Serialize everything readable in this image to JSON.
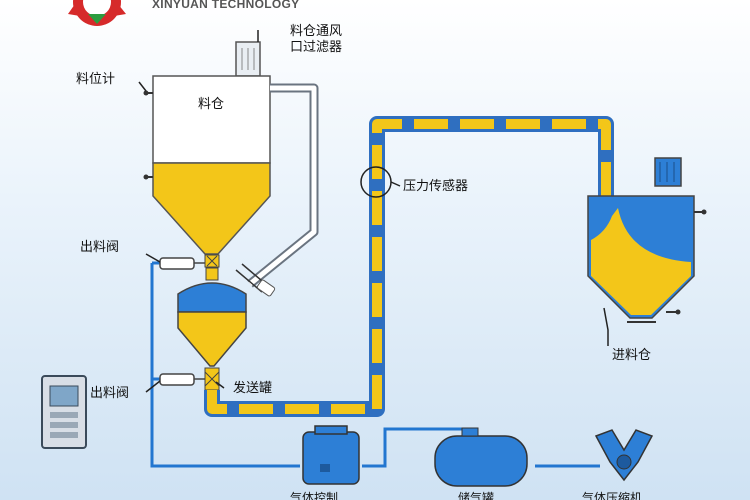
{
  "brand": {
    "company": "XINYUAN TECHNOLOGY"
  },
  "labels": {
    "filter_line1": "料仓通风",
    "filter_line2": "口过滤器",
    "level_gauge": "料位计",
    "silo": "料仓",
    "pressure_sensor": "压力传感器",
    "discharge_valve_top": "出料阀",
    "discharge_valve_bottom": "出料阀",
    "sending_tank": "发送罐",
    "receiving_silo": "进料仓",
    "bottom_left_cut": "气体控制",
    "bottom_mid_cut": "储气罐",
    "bottom_right_cut": "气体压缩机"
  },
  "colors": {
    "material": "#f3c619",
    "pipe_blue": "#2f6fc0",
    "line_blue": "#2276d0",
    "vessel_blue": "#2d7fd6",
    "logo_red": "#d62a2a",
    "logo_green": "#2c9c3f"
  }
}
